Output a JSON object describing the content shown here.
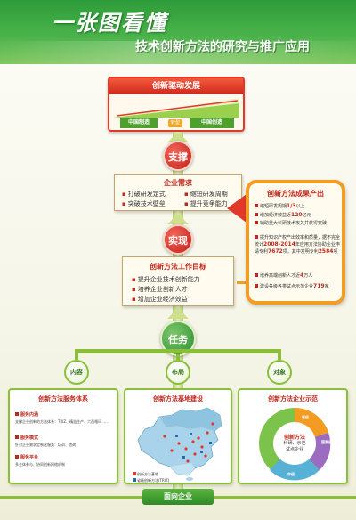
{
  "header": {
    "title_main": "一张图看懂",
    "title_sub": "技术创新方法的研究与推广应用"
  },
  "top_panel": {
    "banner": "创新驱动发展",
    "left_tag": "中国制造",
    "mid_tag": "转型",
    "right_tag": "中国创造"
  },
  "circles": {
    "support": "支撑",
    "realize": "实现",
    "task": "任务"
  },
  "demand": {
    "title": "企业需求",
    "items": [
      "打破研发定式",
      "缩短研发周期",
      "突破技术壁垒",
      "提升竞争能力"
    ]
  },
  "goal": {
    "title": "创新方法工作目标",
    "items": [
      "提升企业技术创新能力",
      "培养企业创新人才",
      "增加企业经济效益"
    ]
  },
  "results": {
    "title": "创新方法成果产出",
    "items": [
      [
        "缩短研发周期",
        "1/3",
        "以上"
      ],
      [
        "增加经济效益近",
        "120",
        "亿元"
      ],
      [
        "辅助重大科研技术攻关并获得突破",
        "",
        ""
      ],
      [
        "提升知识产权产出效率和质量，据不完全统计",
        "2008-2014",
        "年应用方法协助企业申请专利"
      ],
      [
        "",
        "7672",
        "项，其中发明专利"
      ],
      [
        "",
        "2584",
        "项"
      ],
      [
        "培养高端创新人才近",
        "4",
        "万人"
      ],
      [
        "建设各级各类试点示范企业",
        "719",
        "家"
      ]
    ]
  },
  "small_circles": {
    "content": "内容",
    "layout": "布局",
    "target": "对象"
  },
  "service": {
    "title": "创新方法服务体系",
    "sections": [
      {
        "heading": "服务内涵",
        "text": "支撑企业创新的方法体系：TRIZ、精益生产、六西格玛……"
      },
      {
        "heading": "服务模式",
        "text": "针对企业需求定制化服务：培训、咨询"
      },
      {
        "heading": "服务平台",
        "text": "多主体参与、协同创新网络机制"
      }
    ]
  },
  "base": {
    "title": "创新方法基地建设",
    "legend": [
      "创新方法基地",
      "省级创新方法(TRIZ)"
    ]
  },
  "demo": {
    "title": "创新方法企业示范",
    "center": [
      "创新方法",
      "科研、示范",
      "试点企业"
    ],
    "ring_labels": [
      "省级",
      "国家级",
      "市级"
    ]
  },
  "footer": {
    "label": "面向企业"
  },
  "colors": {
    "header_green": "#49b24a",
    "accent_red": "#c0281d",
    "accent_orange": "#f49b22",
    "leaf_green": "#8bbf3b"
  }
}
